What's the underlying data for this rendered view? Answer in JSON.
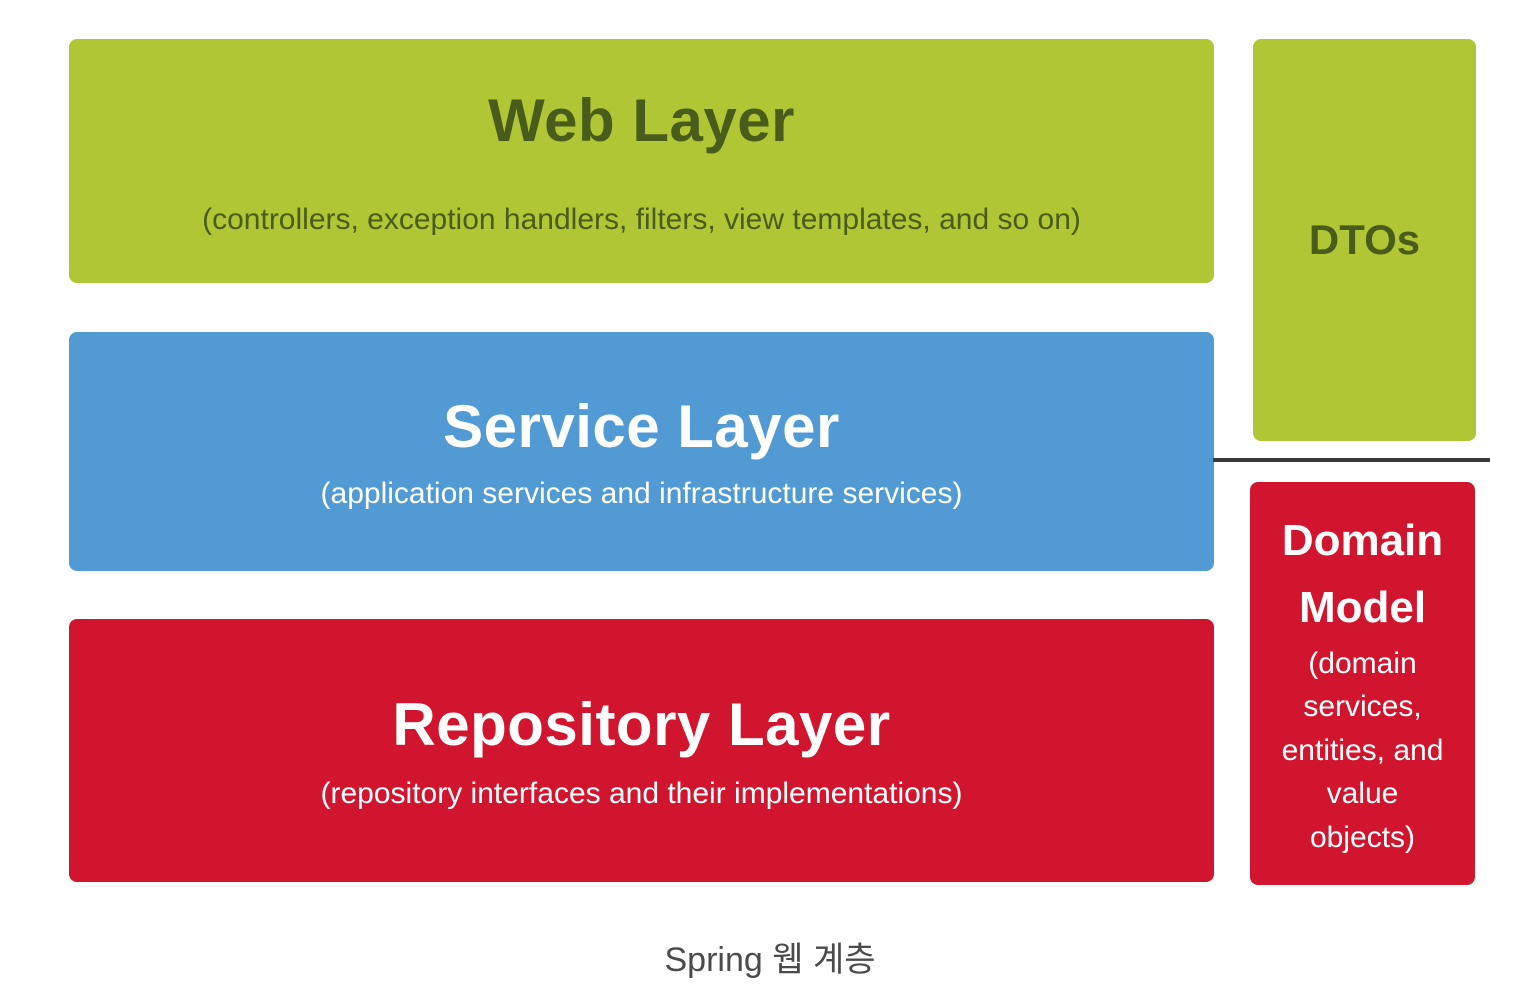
{
  "diagram": {
    "caption": "Spring 웹 계층",
    "layers": [
      {
        "id": "web",
        "title": "Web Layer",
        "subtitle": "(controllers, exception handlers, filters, view templates, and so on)"
      },
      {
        "id": "service",
        "title": "Service Layer",
        "subtitle": "(application services and infrastructure services)"
      },
      {
        "id": "repository",
        "title": "Repository Layer",
        "subtitle": "(repository interfaces and their implementations)"
      }
    ],
    "side_boxes": [
      {
        "id": "dtos",
        "title": "DTOs"
      },
      {
        "id": "domain-model",
        "title": "Domain\nModel",
        "subtitle": "(domain\nservices,\nentities, and\nvalue\nobjects)"
      }
    ],
    "colors": {
      "green": "#b1c635",
      "green-text": "#4a5c1c",
      "blue": "#519ad3",
      "red": "#d1152e",
      "white-text": "#ffffff",
      "line": "#3a3a3a",
      "caption": "#4b4b4b"
    }
  }
}
